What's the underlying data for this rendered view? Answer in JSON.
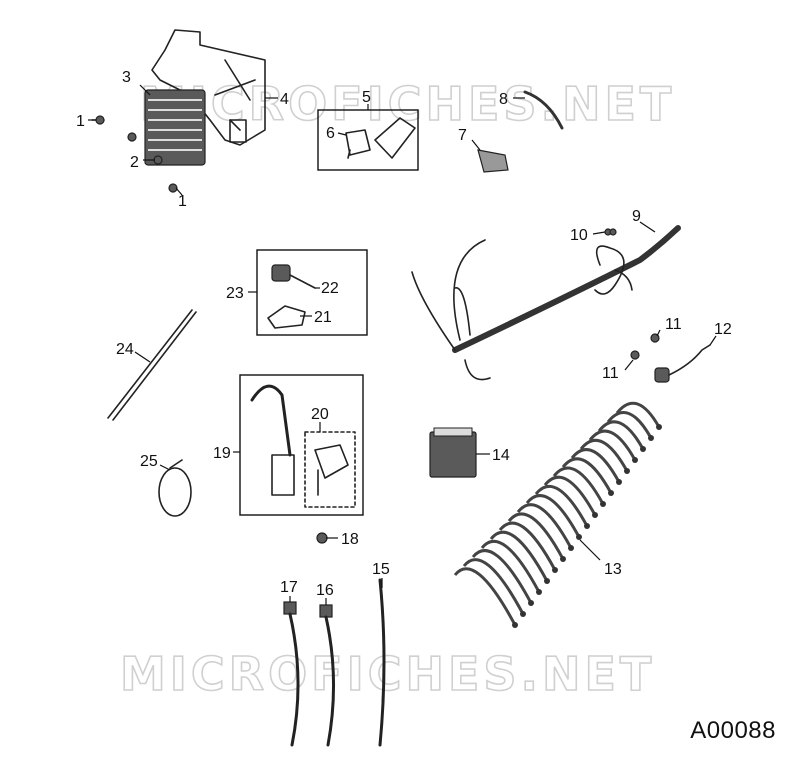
{
  "diagram_code": "A00088",
  "watermark": "MICROFICHES.NET",
  "callouts": {
    "c1a": "1",
    "c1b": "1",
    "c2": "2",
    "c3": "3",
    "c4": "4",
    "c5": "5",
    "c6": "6",
    "c7": "7",
    "c8": "8",
    "c9": "9",
    "c10": "10",
    "c11a": "11",
    "c11b": "11",
    "c12": "12",
    "c13": "13",
    "c14": "14",
    "c15": "15",
    "c16": "16",
    "c17": "17",
    "c18": "18",
    "c19": "19",
    "c20": "20",
    "c21": "21",
    "c22": "22",
    "c23": "23",
    "c24": "24",
    "c25": "25"
  }
}
